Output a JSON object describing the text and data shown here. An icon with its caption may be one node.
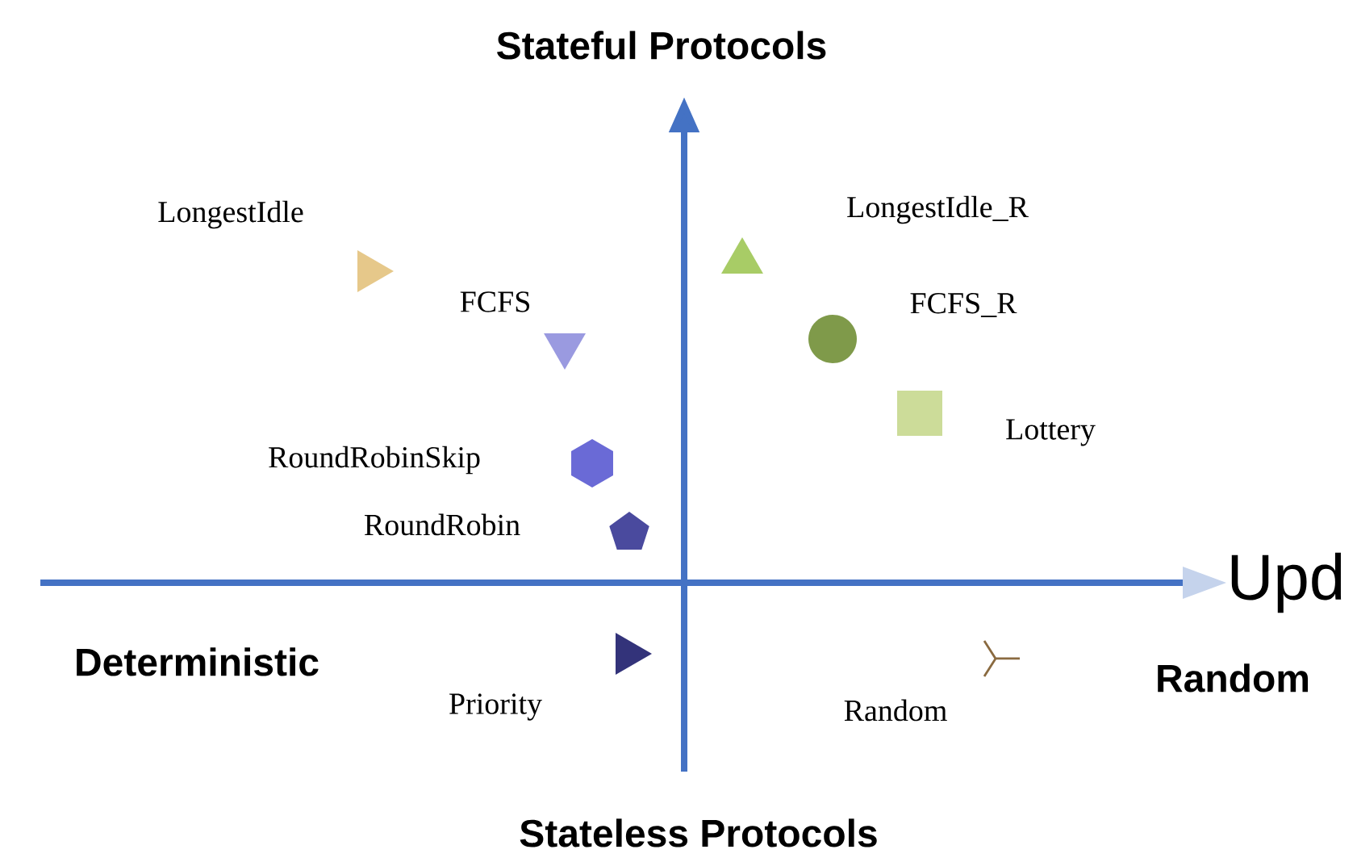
{
  "diagram": {
    "title": "Stateful Protocols",
    "nodes": [
      {
        "text": [],
        "shape": "triangle",
        "beside": [
          "LongestIdle"
        ]
      },
      {
        "text": [],
        "shape": "triangle",
        "beside": [
          "FCFS"
        ]
      },
      {
        "text": [],
        "shape": "hexagon",
        "beside": [
          "RoundRobinSkip"
        ]
      },
      {
        "text": [],
        "shape": "pentagon",
        "beside": [
          "RoundRobin"
        ]
      },
      {
        "text": [],
        "shape": "triangle",
        "beside": [
          "Priority"
        ]
      },
      {
        "text": [],
        "shape": "triangle",
        "beside": [
          "LongestIdle_R"
        ]
      },
      {
        "text": [],
        "shape": "circle",
        "beside": [
          "FCFS_R"
        ]
      },
      {
        "text": [],
        "shape": "box",
        "beside": [
          "Lottery"
        ]
      },
      {
        "text": [],
        "shape": "star",
        "beside": [
          "Random"
        ]
      }
    ],
    "labels": [
      "Deterministic",
      "Upd",
      "Random",
      "Stateless Protocols"
    ]
  }
}
